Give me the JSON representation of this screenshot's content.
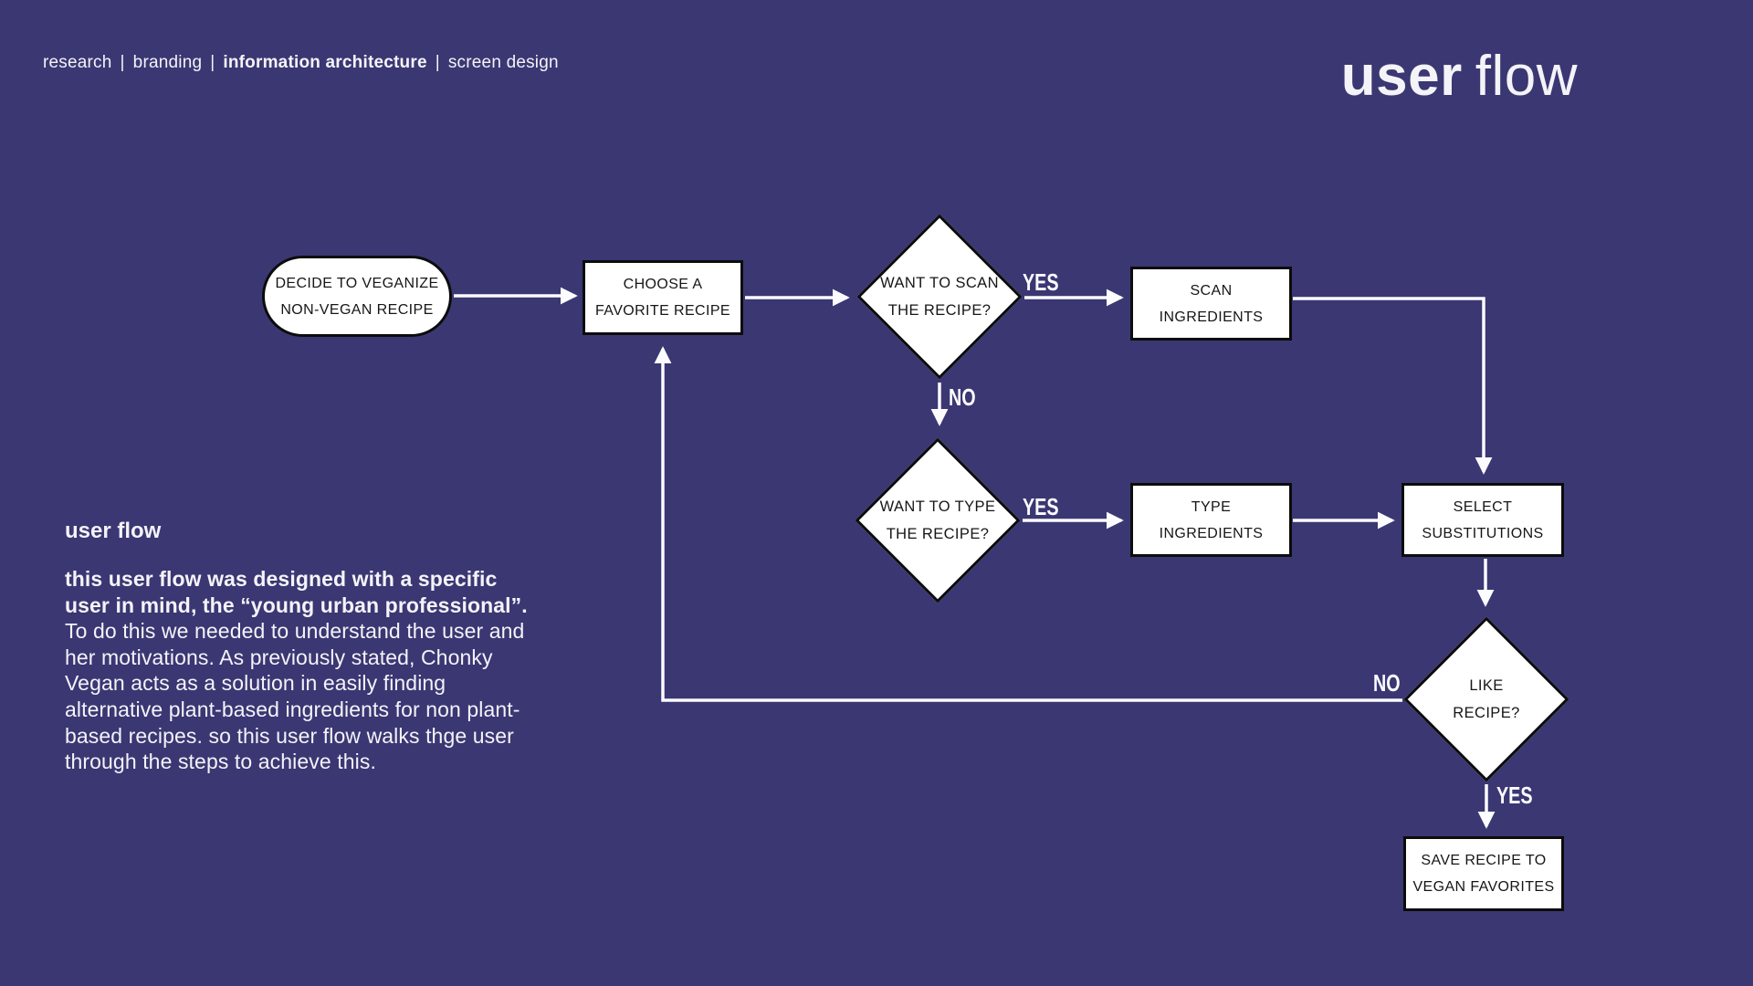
{
  "colors": {
    "background": "#3a3773",
    "node_fill": "#ffffff",
    "node_border": "#0c0c0c",
    "connector": "#ffffff",
    "text_light": "#f4f3f7",
    "text_dark": "#161616"
  },
  "header": {
    "breadcrumb": {
      "separator": "|",
      "items": [
        {
          "label": "research",
          "active": false
        },
        {
          "label": "branding",
          "active": false
        },
        {
          "label": "information architecture",
          "active": true
        },
        {
          "label": "screen design",
          "active": false
        }
      ]
    },
    "title": {
      "bold": "user",
      "light": "flow"
    }
  },
  "intro": {
    "heading": "user flow",
    "bold_text": "this user flow was designed with a specific user in mind, the “young urban professional”.",
    "body_text": " To do this we needed to understand the user and her motivations. As previously stated, Chonky Vegan acts as a solution in easily finding alternative plant-based ingredients for non plant-based recipes. so this user flow walks thge user through the steps to achieve this."
  },
  "flow": {
    "nodes": {
      "decide": {
        "type": "terminator",
        "line1": "DECIDE TO VEGANIZE",
        "line2": "NON-VEGAN RECIPE"
      },
      "choose": {
        "type": "process",
        "line1": "CHOOSE A",
        "line2": "FAVORITE RECIPE"
      },
      "scan_q": {
        "type": "decision",
        "line1": "WANT TO SCAN",
        "line2": "THE RECIPE?"
      },
      "scan": {
        "type": "process",
        "line1": "SCAN",
        "line2": "INGREDIENTS"
      },
      "type_q": {
        "type": "decision",
        "line1": "WANT TO TYPE",
        "line2": "THE RECIPE?"
      },
      "type": {
        "type": "process",
        "line1": "TYPE",
        "line2": "INGREDIENTS"
      },
      "select": {
        "type": "process",
        "line1": "SELECT",
        "line2": "SUBSTITUTIONS"
      },
      "like_q": {
        "type": "decision",
        "line1": "LIKE",
        "line2": "RECIPE?"
      },
      "save": {
        "type": "process",
        "line1": "SAVE RECIPE TO",
        "line2": "VEGAN FAVORITES"
      }
    },
    "edge_labels": {
      "scan_yes": "YES",
      "scan_no": "NO",
      "type_yes": "YES",
      "like_no": "NO",
      "like_yes": "YES"
    }
  }
}
